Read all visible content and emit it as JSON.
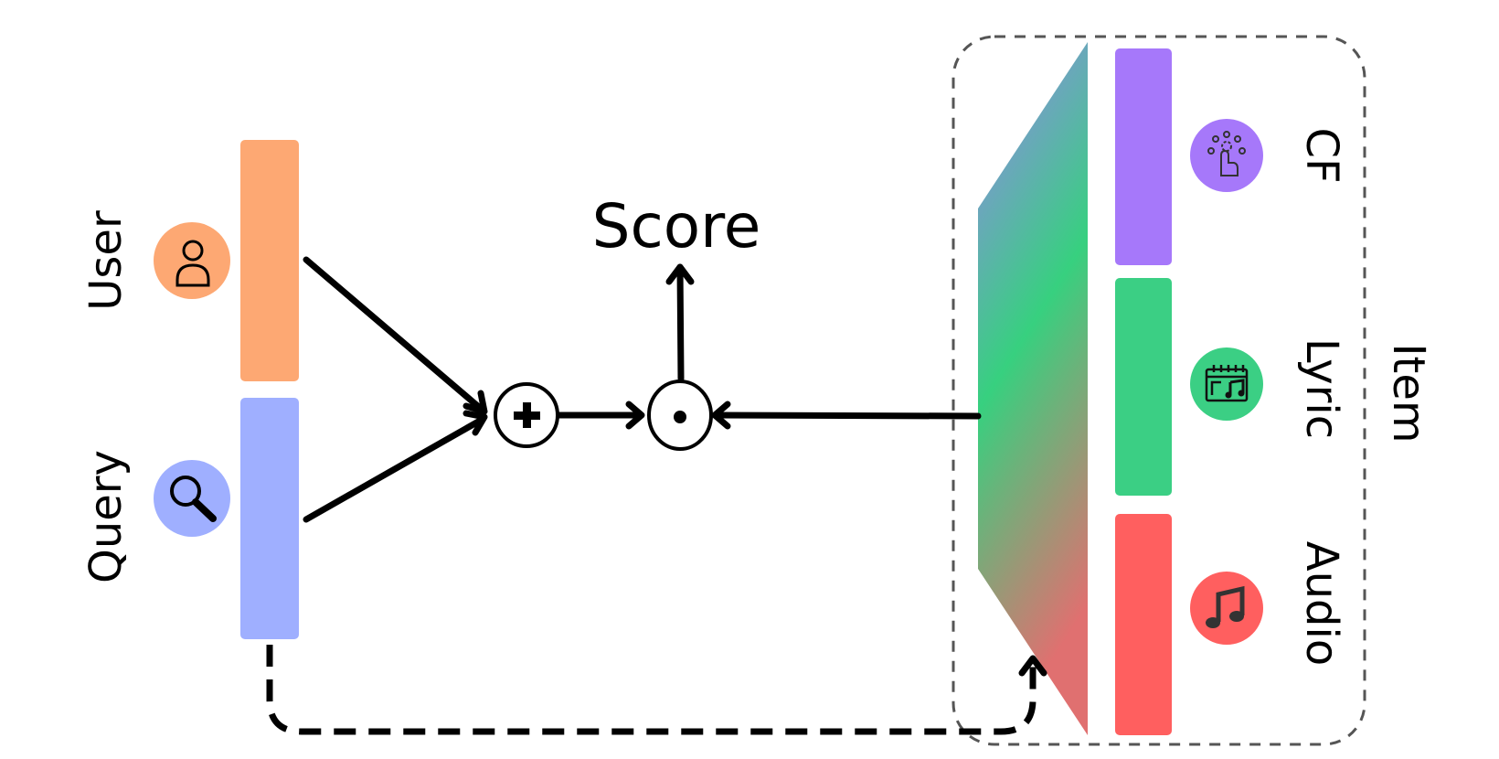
{
  "labels": {
    "user": "User",
    "query": "Query",
    "score": "Score",
    "item": "Item",
    "cf": "CF",
    "lyric": "Lyric",
    "audio": "Audio"
  },
  "operators": {
    "add": "add-operator",
    "dot": "dot-product-operator"
  },
  "icons": {
    "user": "user-icon",
    "query": "search-icon",
    "cf": "touch-network-icon",
    "lyric": "music-calendar-icon",
    "audio": "music-note-icon"
  },
  "colors": {
    "user": "#FDA873",
    "user_icon_bg": "#FDA873",
    "query": "#9FAFFF",
    "query_icon_bg": "#9FAFFF",
    "cf": "#A678FA",
    "lyric": "#3BCF84",
    "audio": "#FF5F5F",
    "gradient_top": "#9784EF",
    "gradient_mid": "#37D07F",
    "gradient_bottom": "#E07070"
  }
}
